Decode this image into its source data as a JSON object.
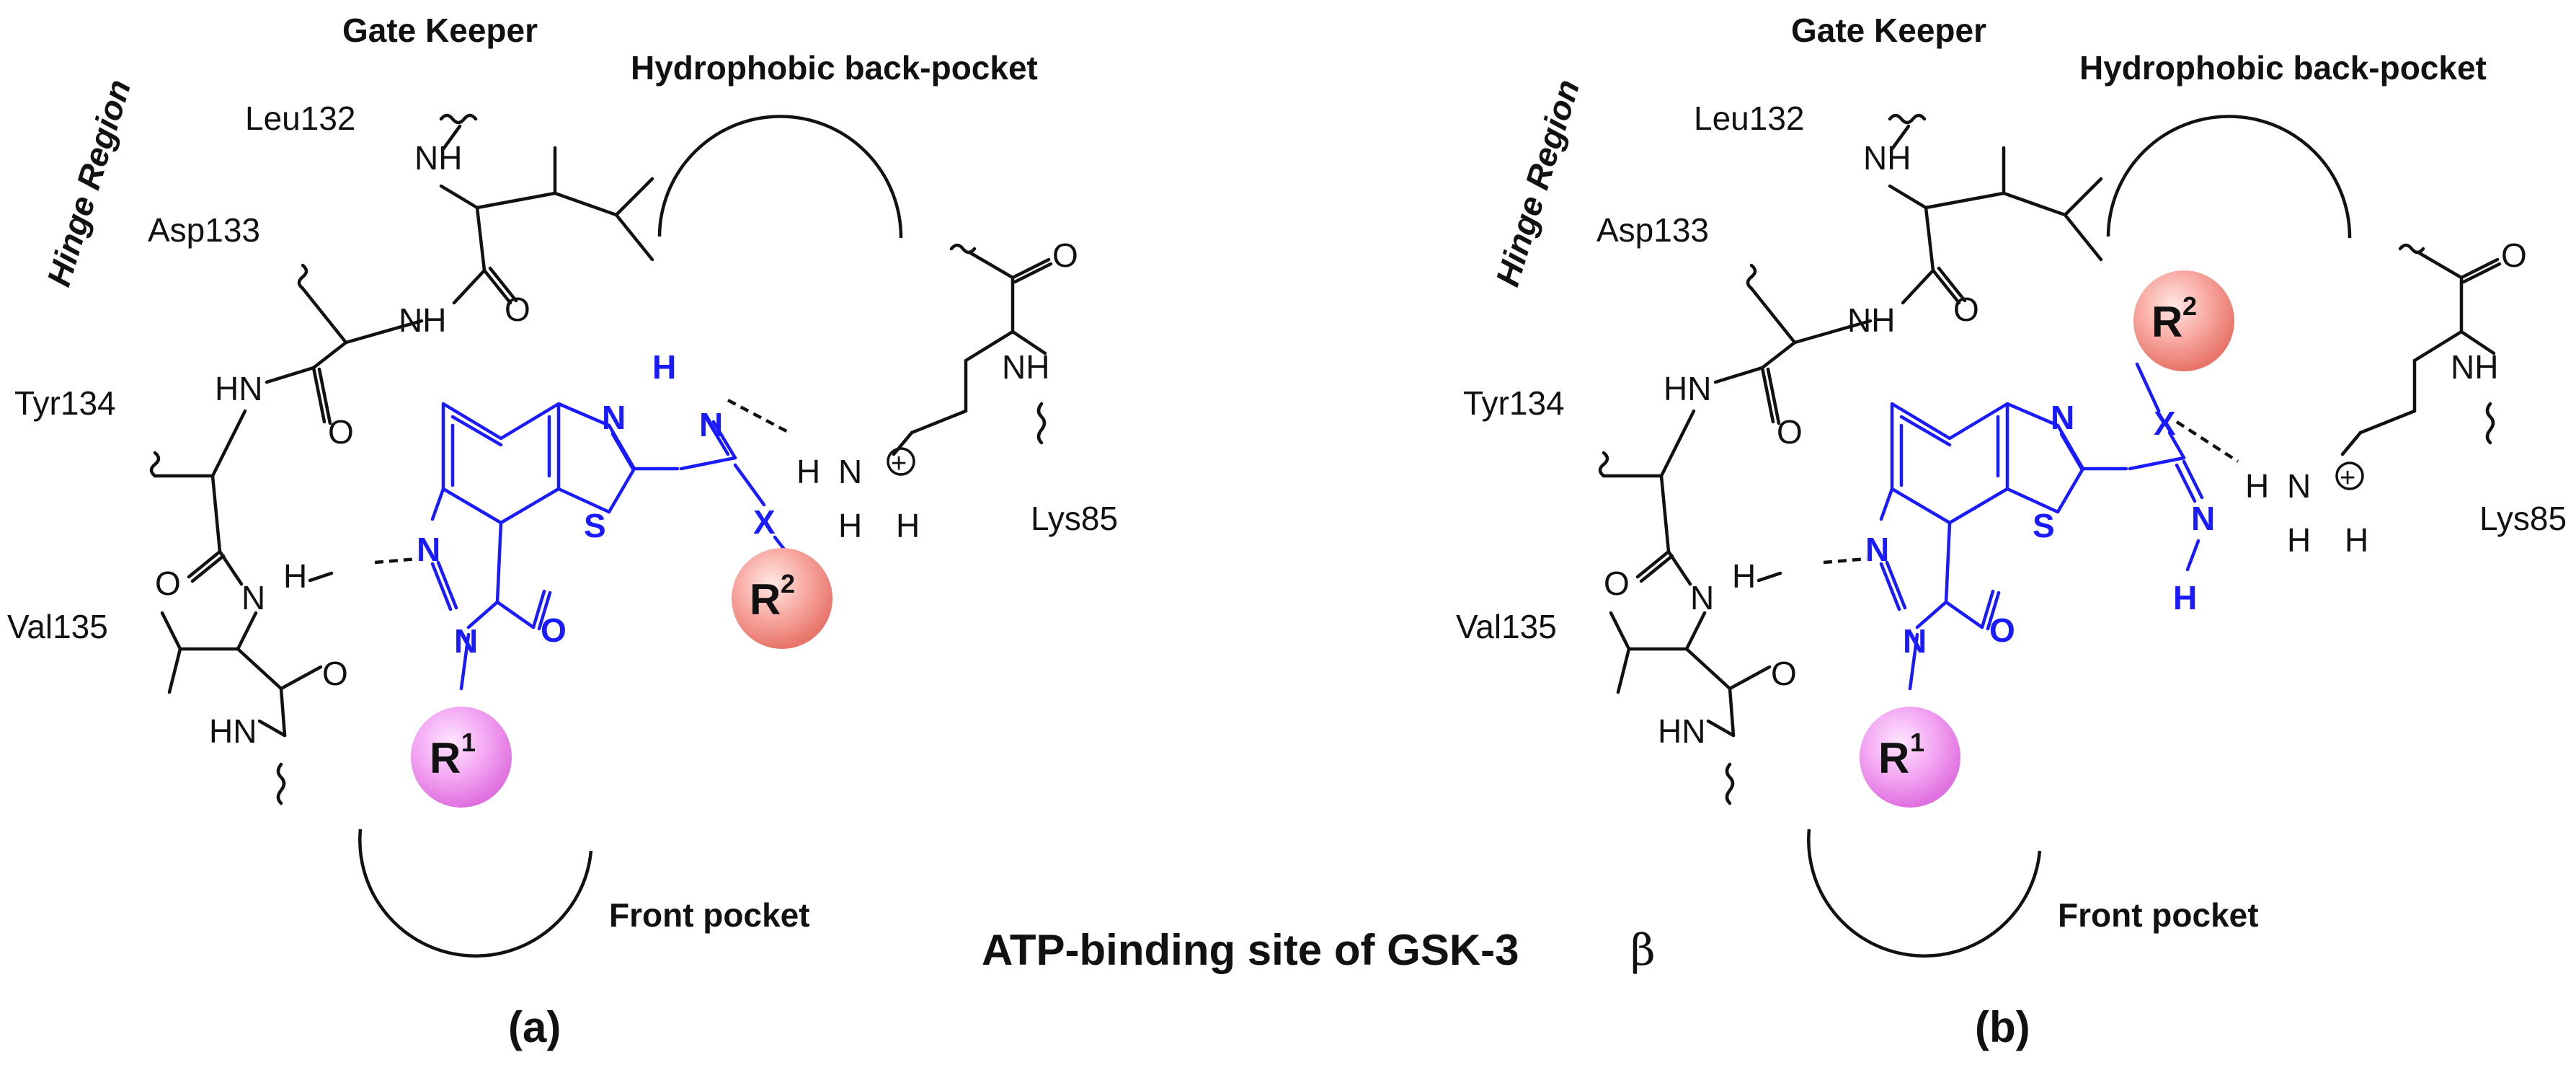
{
  "panel_a": {
    "label": "(a)",
    "gate_keeper": "Gate Keeper",
    "hydrophobic": "Hydrophobic back-pocket",
    "hinge": "Hinge Region",
    "front_pocket": "Front pocket",
    "leu": "Leu132",
    "asp": "Asp133",
    "tyr": "Tyr134",
    "val": "Val135",
    "lys": "Lys85",
    "r1": "R",
    "r1_sup": "1",
    "r2": "R",
    "r2_sup": "2"
  },
  "panel_b": {
    "label": "(b)",
    "gate_keeper": "Gate Keeper",
    "hydrophobic": "Hydrophobic back-pocket",
    "hinge": "Hinge Region",
    "front_pocket": "Front pocket",
    "leu": "Leu132",
    "asp": "Asp133",
    "tyr": "Tyr134",
    "val": "Val135",
    "lys": "Lys85",
    "r1": "R",
    "r1_sup": "1",
    "r2": "R",
    "r2_sup": "2"
  },
  "atoms": {
    "N": "N",
    "NH": "NH",
    "HN": "HN",
    "H": "H",
    "O": "O",
    "S": "S",
    "X": "X",
    "plus": "+"
  },
  "caption": {
    "text": "ATP-binding site of GSK-3",
    "beta": "β"
  },
  "colors": {
    "ligand": "#1a1aff",
    "r1_fill": "#ee88ee",
    "r2_fill": "#f08a80"
  }
}
